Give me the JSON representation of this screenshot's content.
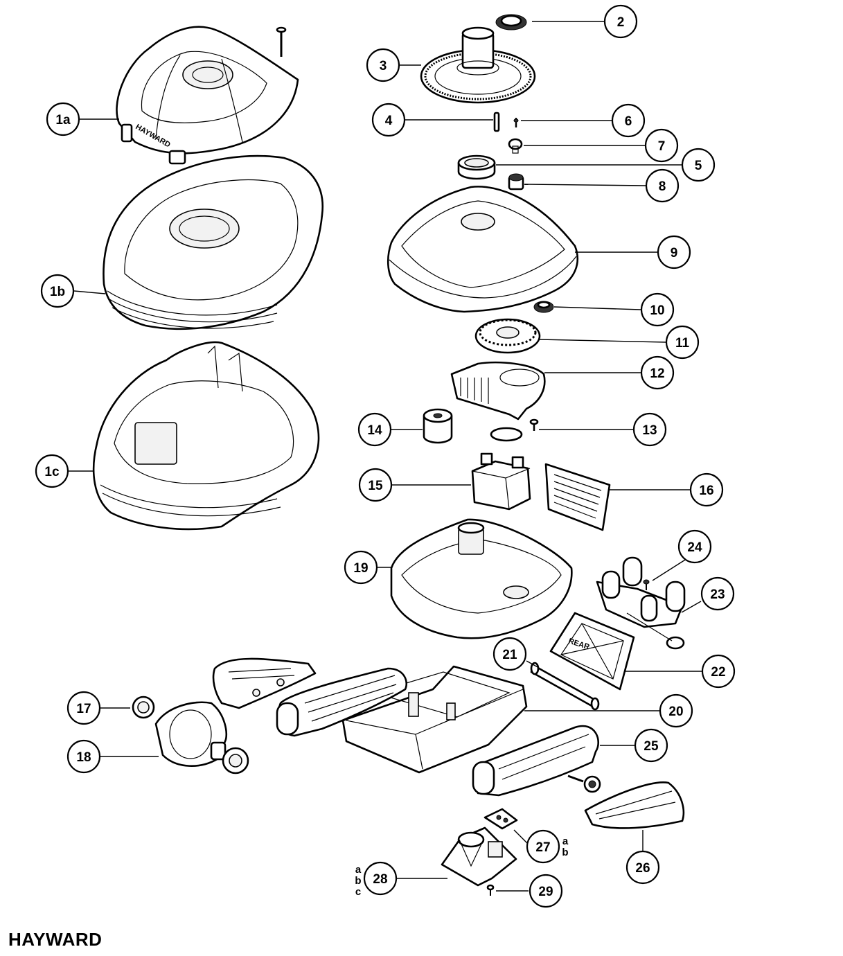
{
  "diagram": {
    "brand_logo": "HAYWARD",
    "callouts": [
      {
        "id": "1a",
        "label": "1a"
      },
      {
        "id": "1b",
        "label": "1b"
      },
      {
        "id": "1c",
        "label": "1c"
      },
      {
        "id": "2",
        "label": "2"
      },
      {
        "id": "3",
        "label": "3"
      },
      {
        "id": "4",
        "label": "4"
      },
      {
        "id": "5",
        "label": "5"
      },
      {
        "id": "6",
        "label": "6"
      },
      {
        "id": "7",
        "label": "7"
      },
      {
        "id": "8",
        "label": "8"
      },
      {
        "id": "9",
        "label": "9"
      },
      {
        "id": "10",
        "label": "10"
      },
      {
        "id": "11",
        "label": "11"
      },
      {
        "id": "12",
        "label": "12"
      },
      {
        "id": "13",
        "label": "13"
      },
      {
        "id": "14",
        "label": "14"
      },
      {
        "id": "15",
        "label": "15"
      },
      {
        "id": "16",
        "label": "16"
      },
      {
        "id": "17",
        "label": "17"
      },
      {
        "id": "18",
        "label": "18"
      },
      {
        "id": "19",
        "label": "19"
      },
      {
        "id": "20",
        "label": "20"
      },
      {
        "id": "21",
        "label": "21"
      },
      {
        "id": "22",
        "label": "22"
      },
      {
        "id": "23",
        "label": "23"
      },
      {
        "id": "24",
        "label": "24"
      },
      {
        "id": "25",
        "label": "25"
      },
      {
        "id": "26",
        "label": "26"
      },
      {
        "id": "27",
        "label": "27",
        "variants": [
          "a",
          "b"
        ]
      },
      {
        "id": "28",
        "label": "28",
        "variants": [
          "a",
          "b",
          "c"
        ]
      },
      {
        "id": "29",
        "label": "29"
      }
    ],
    "embossed": {
      "hood_brand": "HAYWARD",
      "rear_marking": "REAR"
    }
  }
}
